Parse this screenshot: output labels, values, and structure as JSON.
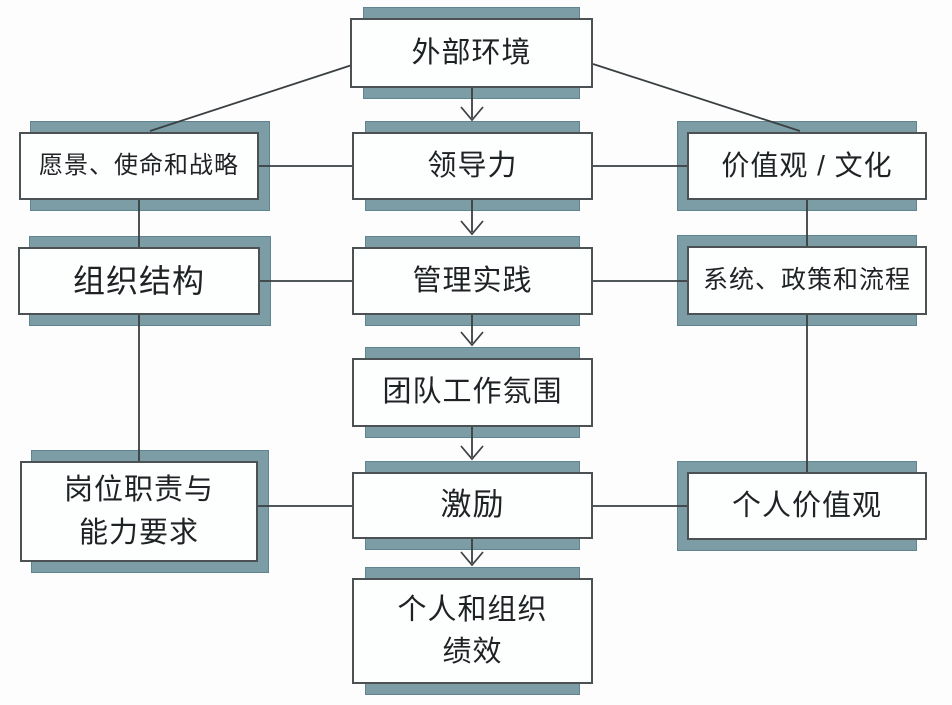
{
  "diagram": {
    "nodes": {
      "external_env": {
        "label": "外部环境"
      },
      "vision": {
        "label": "愿景、使命和战略"
      },
      "leadership": {
        "label": "领导力"
      },
      "values_culture": {
        "label": "价值观 / 文化"
      },
      "org_structure": {
        "label": "组织结构"
      },
      "mgmt_practice": {
        "label": "管理实践"
      },
      "systems": {
        "label": "系统、政策和流程"
      },
      "team_climate": {
        "label": "团队工作氛围"
      },
      "job_resp": {
        "label": "岗位职责与\n能力要求"
      },
      "motivation": {
        "label": "激励"
      },
      "personal_values": {
        "label": "个人价值观"
      },
      "performance": {
        "label": "个人和组织\n绩效"
      }
    },
    "edges": [
      {
        "from": "external_env",
        "to": "vision",
        "type": "line"
      },
      {
        "from": "external_env",
        "to": "leadership",
        "type": "arrow"
      },
      {
        "from": "external_env",
        "to": "values_culture",
        "type": "line"
      },
      {
        "from": "vision",
        "to": "leadership",
        "type": "line"
      },
      {
        "from": "leadership",
        "to": "values_culture",
        "type": "line"
      },
      {
        "from": "vision",
        "to": "org_structure",
        "type": "line"
      },
      {
        "from": "leadership",
        "to": "mgmt_practice",
        "type": "arrow"
      },
      {
        "from": "values_culture",
        "to": "systems",
        "type": "line"
      },
      {
        "from": "org_structure",
        "to": "mgmt_practice",
        "type": "line"
      },
      {
        "from": "mgmt_practice",
        "to": "systems",
        "type": "line"
      },
      {
        "from": "org_structure",
        "to": "job_resp",
        "type": "line"
      },
      {
        "from": "mgmt_practice",
        "to": "team_climate",
        "type": "arrow"
      },
      {
        "from": "systems",
        "to": "personal_values",
        "type": "line"
      },
      {
        "from": "team_climate",
        "to": "motivation",
        "type": "arrow"
      },
      {
        "from": "job_resp",
        "to": "motivation",
        "type": "line"
      },
      {
        "from": "motivation",
        "to": "personal_values",
        "type": "line"
      },
      {
        "from": "motivation",
        "to": "performance",
        "type": "arrow"
      }
    ],
    "colors": {
      "shadow_teal": "#7d9da6",
      "shadow_edge": "#5f8590",
      "box_border": "#4c5154",
      "box_fill": "#fdfefe",
      "line": "#3a3f42",
      "text": "#1f2224",
      "background": "#fdfdfd"
    }
  }
}
